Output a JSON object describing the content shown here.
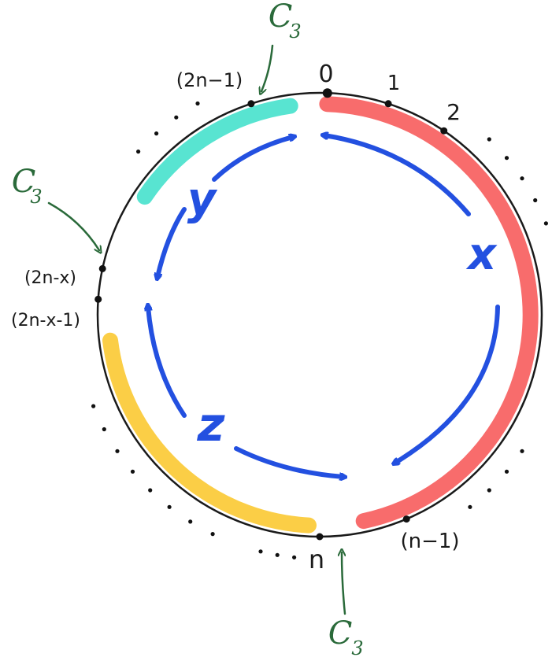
{
  "diagram": {
    "colors": {
      "circle": "#1a1a1a",
      "arc_x": "#f86464",
      "arc_y": "#4fe3cf",
      "arc_z": "#fbcb3c",
      "arrow": "#2350e0",
      "annotation": "#2a6a3a",
      "dot": "#111111"
    },
    "point_labels": {
      "zero": "0",
      "one": "1",
      "two": "2",
      "n_minus_1": "(n−1)",
      "n": "n",
      "two_n_minus_x": "(2n-x)",
      "two_n_minus_x_minus_1": "(2n-x-1)",
      "two_n_minus_1": "(2n−1)"
    },
    "segment_labels": {
      "x": "x",
      "y": "y",
      "z": "z"
    },
    "annotations": {
      "c3_top_base": "C",
      "c3_top_sub": "3",
      "c3_left_base": "C",
      "c3_left_sub": "3",
      "c3_bottom_base": "C",
      "c3_bottom_sub": "3"
    }
  }
}
